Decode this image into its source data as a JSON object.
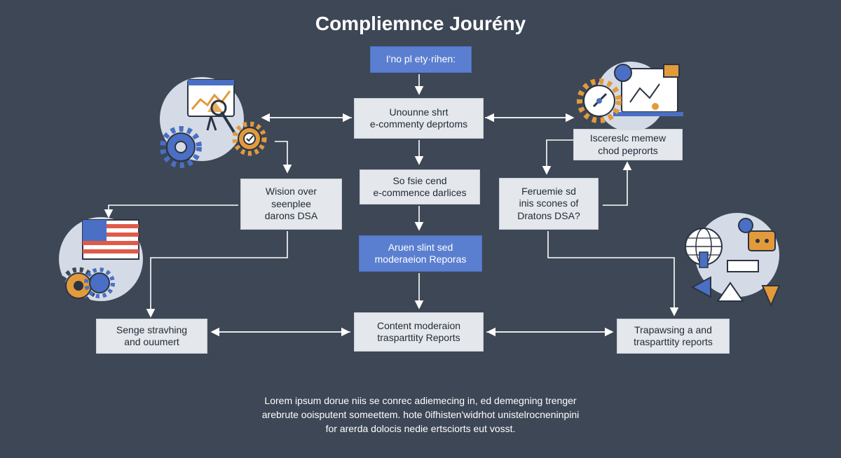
{
  "title": "Compliemnce Jourény",
  "boxes": {
    "top_label": "I'no pl ety·rihen:",
    "center_1": "Unounne shrt\ne-commenty deprtoms",
    "center_2": "So fsie cend\ne-commence darlices",
    "center_3": "Aruen slint sed\nmoderaeion Reporas",
    "center_4": "Content moderaion\ntrasparttity Reports",
    "left_mid": "Wision over\nseenplee\ndarons DSA",
    "left_bottom": "Senge stravhing\nand ouumert",
    "right_top": "Iscereslc memew\nchod peprorts",
    "right_mid": "Feruemie sd\ninis scones of\nDratons DSA?",
    "right_bottom": "Trapawsing a and\ntrasparttity reports"
  },
  "footer": {
    "line1": "Lorem ipsum dorue niis se conrec adiemecing in, ed demegning trenger",
    "line2": "arebrute ooisputent someettem. hote 0ifhisten'widrhot unistelrocneninpini",
    "line3": "for arerda dolocis nedie ertsciorts eut vosst."
  },
  "illustrations": {
    "top_left": "analytics-monitor-with-gears",
    "top_right": "settings-gear-with-dashboard",
    "bottom_left": "flag-with-gears",
    "bottom_right": "globe-with-chat-and-warning"
  },
  "colors": {
    "background": "#3d4756",
    "box": "#e4e7eb",
    "box_accent": "#5b7fd0",
    "icon_blue": "#4a6fc4",
    "icon_orange": "#e39a3b"
  }
}
